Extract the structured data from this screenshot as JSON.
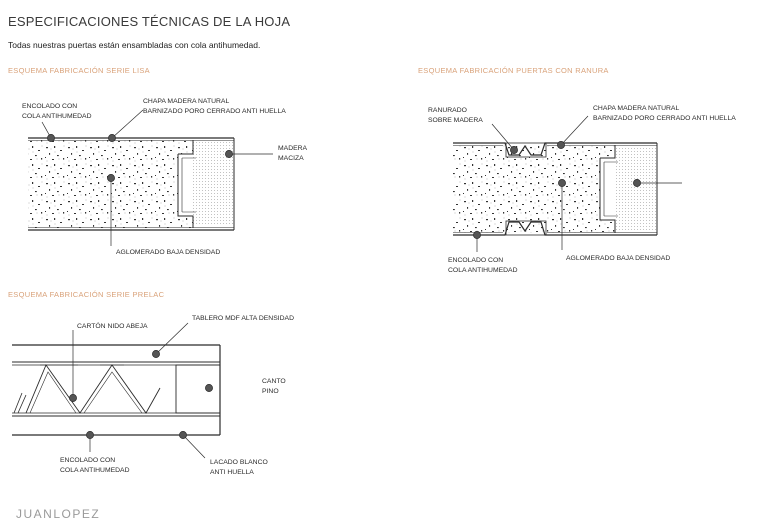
{
  "page": {
    "title": "ESPECIFICACIONES TÉCNICAS DE LA HOJA",
    "subtitle": "Todas nuestras puertas están ensambladas con cola antihumedad.",
    "brand": "JUANLOPEZ"
  },
  "colors": {
    "accent": "#d9a27a",
    "line": "#2b2b2b",
    "text": "#2a2a2a"
  },
  "serie_lisa": {
    "heading": "ESQUEMA FABRICACIÓN SERIE LISA",
    "encolado": [
      "ENCOLADO CON",
      "COLA ANTIHUMEDAD"
    ],
    "chapa": [
      "CHAPA MADERA NATURAL",
      "BARNIZADO PORO CERRADO ANTI HUELLA"
    ],
    "madera": [
      "MADERA",
      "MACIZA"
    ],
    "aglomerado": "AGLOMERADO BAJA DENSIDAD"
  },
  "serie_ranura": {
    "heading": "ESQUEMA FABRICACIÓN PUERTAS CON RANURA",
    "ranurado": [
      "RANURADO",
      "SOBRE MADERA"
    ],
    "chapa": [
      "CHAPA MADERA NATURAL",
      "BARNIZADO PORO CERRADO ANTI HUELLA"
    ],
    "encolado": [
      "ENCOLADO CON",
      "COLA ANTIHUMEDAD"
    ],
    "aglomerado": "AGLOMERADO BAJA DENSIDAD"
  },
  "serie_prelac": {
    "heading": "ESQUEMA FABRICACIÓN SERIE PRELAC",
    "carton": "CARTÓN NIDO ABEJA",
    "tablero": "TABLERO MDF ALTA DENSIDAD",
    "canto": [
      "CANTO",
      "PINO"
    ],
    "encolado": [
      "ENCOLADO CON",
      "COLA ANTIHUMEDAD"
    ],
    "lacado": [
      "LACADO BLANCO",
      "ANTI HUELLA"
    ]
  }
}
